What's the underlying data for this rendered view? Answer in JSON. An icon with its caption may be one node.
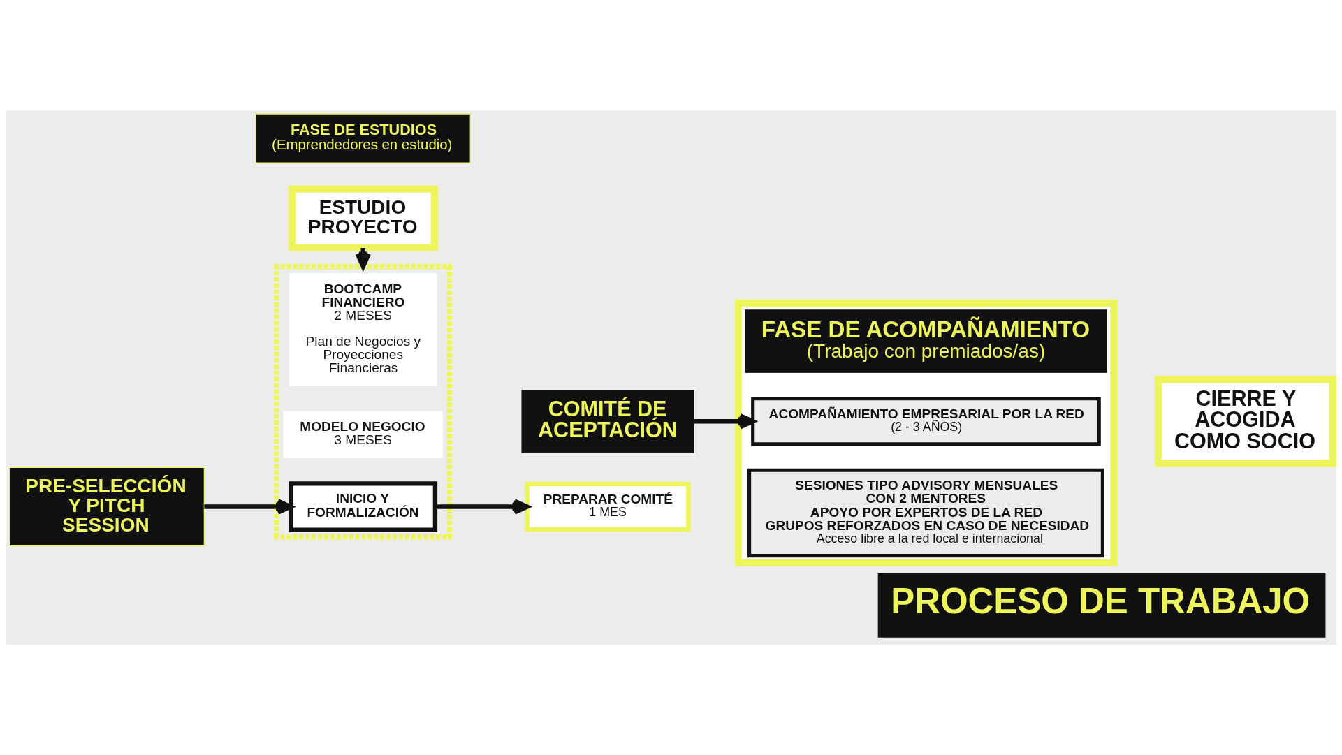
{
  "diagram": {
    "title": "PROCESO DE TRABAJO",
    "nodes": [
      {
        "text": [
          "FASE DE ESTUDIOS",
          "(Emprendedores en estudio)"
        ]
      },
      {
        "text": [
          "ESTUDIO PROYECTO"
        ]
      },
      {
        "text": [
          "COMITÉ DE ACEPTACIÓN"
        ]
      },
      {
        "text": [],
        "shape": "box"
      },
      {
        "text": [
          "FASE DE ACOMPAÑAMIENTO",
          "(Trabajo con premiados/as)"
        ],
        "in": 3
      },
      {
        "text": [
          "ACOMPAÑAMIENTO EMPRESARIAL POR LA RED",
          "(2 - 3 AÑOS)"
        ],
        "in": 3
      },
      {
        "text": [
          "SESIONES TIPO ADVISORY MENSUALES CON 2 MENTORES",
          "APOYO POR EXPERTOS DE LA RED",
          "GRUPOS REFORZADOS EN CASO DE NECESIDAD",
          "Acceso libre a la red local e internacional"
        ],
        "in": 3
      },
      {
        "text": [
          "CIERRE Y ACOGIDA COMO SOCIO"
        ]
      },
      {
        "text": [
          "PREPARAR COMITÉ",
          "1 MES"
        ]
      },
      {
        "text": [],
        "shape": "box"
      },
      {
        "text": [
          "BOOTCAMP FINANCIERO",
          "2 MESES",
          "Plan de Negocios y Proyecciones Financieras"
        ],
        "in": 9
      },
      {
        "text": [
          "MODELO NEGOCIO",
          "3 MESES"
        ],
        "in": 9
      },
      {
        "text": [
          "INICIO Y FORMALIZACIÓN"
        ],
        "in": 9
      },
      {
        "text": [
          "PRE-SELECCIÓN Y PITCH SESSION"
        ]
      }
    ],
    "edges": [
      {
        "from": 13,
        "to": 12,
        "arrow": "to"
      },
      {
        "from": 12,
        "to": 8,
        "arrow": "to"
      },
      {
        "from": 1,
        "to": 9,
        "arrow": "to"
      },
      {
        "from": 2,
        "to": 5,
        "arrow": "to"
      }
    ]
  }
}
